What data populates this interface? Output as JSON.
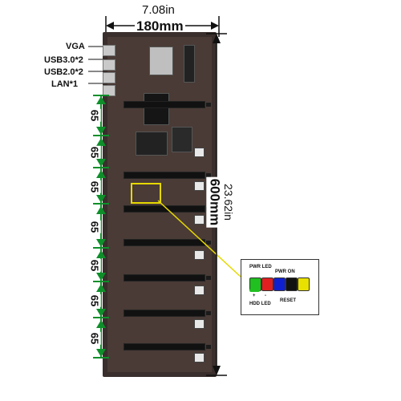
{
  "dimensions": {
    "width_in": "7.08in",
    "width_mm": "180mm",
    "height_in": "23.62in",
    "height_mm": "600mm",
    "spacing_label": "65"
  },
  "port_labels": [
    "VGA",
    "USB3.0*2",
    "USB2.0*2",
    "LAN*1"
  ],
  "spacing_segments": [
    "65",
    "65",
    "65",
    "65",
    "65",
    "65",
    "65"
  ],
  "front_panel": {
    "pwr_led": "PWR LED",
    "pwr_on": "PWR  ON",
    "plus": "+",
    "minus": "-",
    "hdd_led": "HDD LED",
    "reset": "RESET",
    "pin_colors": [
      "#20c020",
      "#e02020",
      "#1020d0",
      "#111111",
      "#111111",
      "#e8e000"
    ]
  },
  "colors": {
    "board": "#3a2f2c",
    "dimension_green": "#0e8f2a",
    "callout_yellow": "#e6d800"
  }
}
